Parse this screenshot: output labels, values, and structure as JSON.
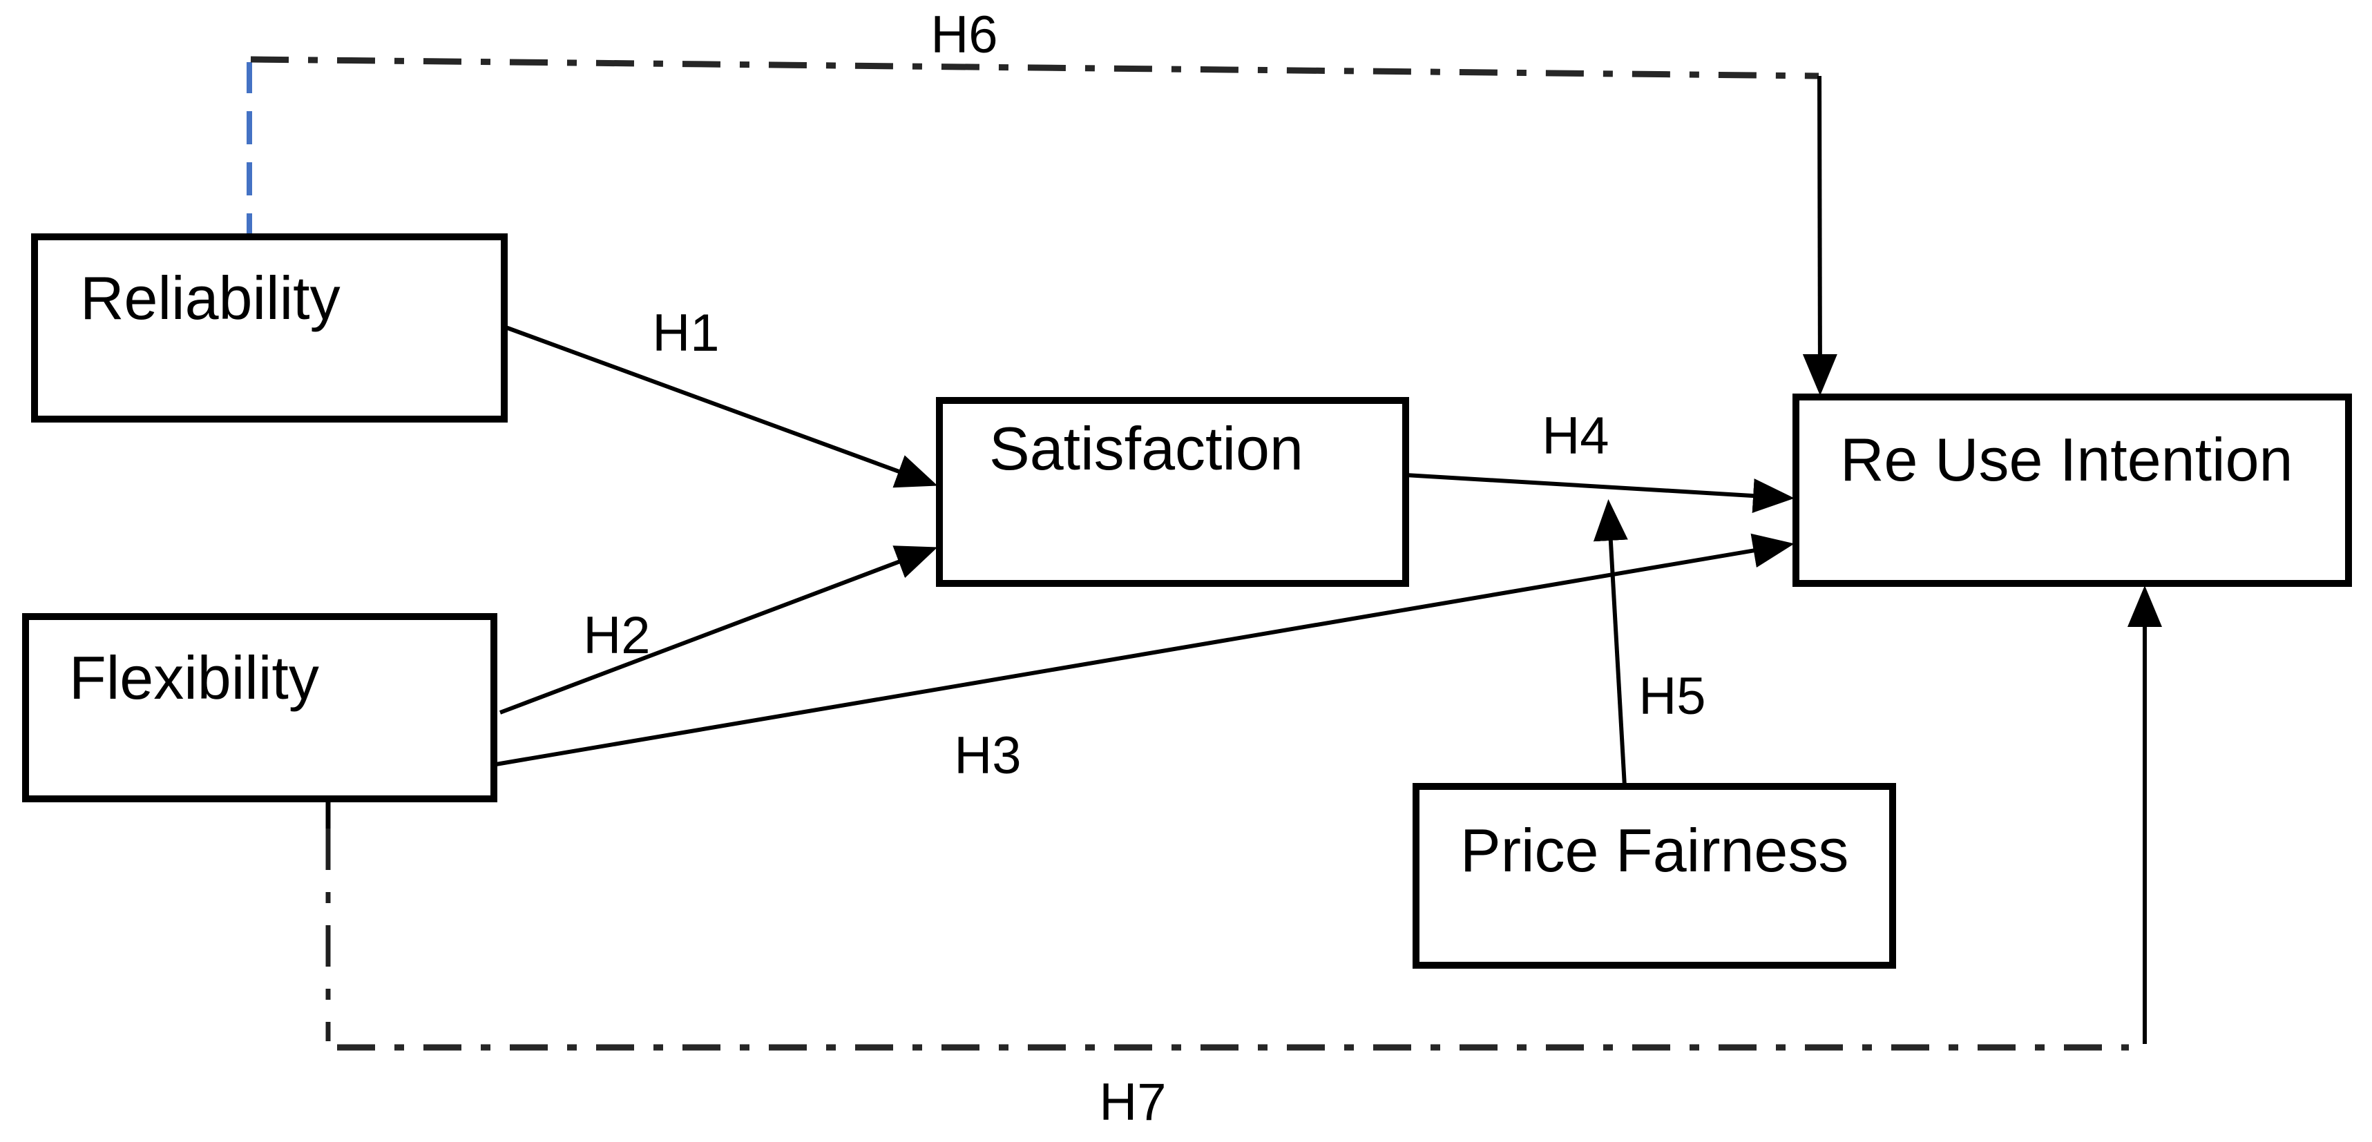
{
  "nodes": {
    "reliability": {
      "label": "Reliability"
    },
    "flexibility": {
      "label": "Flexibility"
    },
    "satisfaction": {
      "label": "Satisfaction"
    },
    "price_fairness": {
      "label": "Price Fairness"
    },
    "reuse_intention": {
      "label": "Re Use Intention"
    }
  },
  "hypotheses": {
    "h1": {
      "label": "H1"
    },
    "h2": {
      "label": "H2"
    },
    "h3": {
      "label": "H3"
    },
    "h4": {
      "label": "H4"
    },
    "h5": {
      "label": "H5"
    },
    "h6": {
      "label": "H6"
    },
    "h7": {
      "label": "H7"
    }
  },
  "colors": {
    "line": "#000000",
    "dash_line": "#262626",
    "accent_blue": "#4472C4",
    "text": "#000000",
    "background": "#ffffff"
  }
}
